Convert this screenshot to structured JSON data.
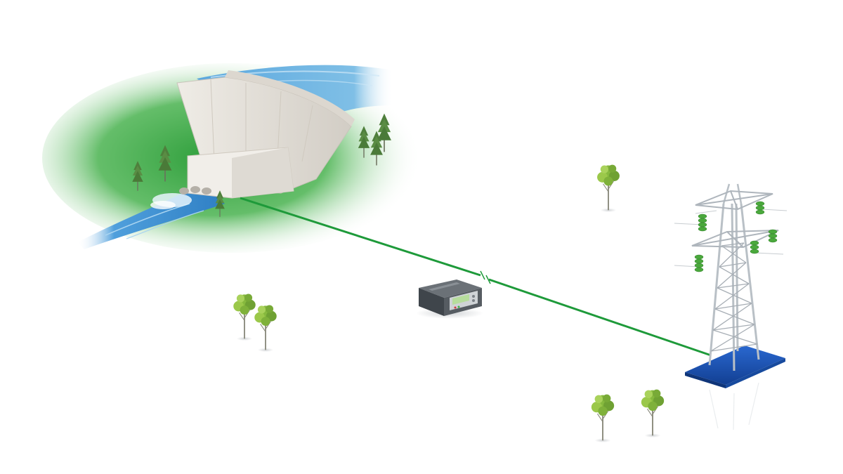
{
  "scene": {
    "elements": [
      "hydro-dam",
      "river",
      "protection-relay-device",
      "transmission-line",
      "transmission-tower",
      "trees"
    ]
  },
  "colors": {
    "background": "#ffffff",
    "grass": "#3fae49",
    "water": "#3d8fd1",
    "dam_concrete": "#e6e2dc",
    "line": "#1e9a3a",
    "tower_steel": "#b9c0c6",
    "insulator": "#4aa83c",
    "tower_base": "#1f56b8",
    "tree_leaf": "#7db33a",
    "device_body": "#4b5157"
  },
  "icons": {
    "dam": "dam-icon",
    "relay": "relay-device-icon",
    "tower": "power-tower-icon",
    "tree": "tree-icon"
  }
}
